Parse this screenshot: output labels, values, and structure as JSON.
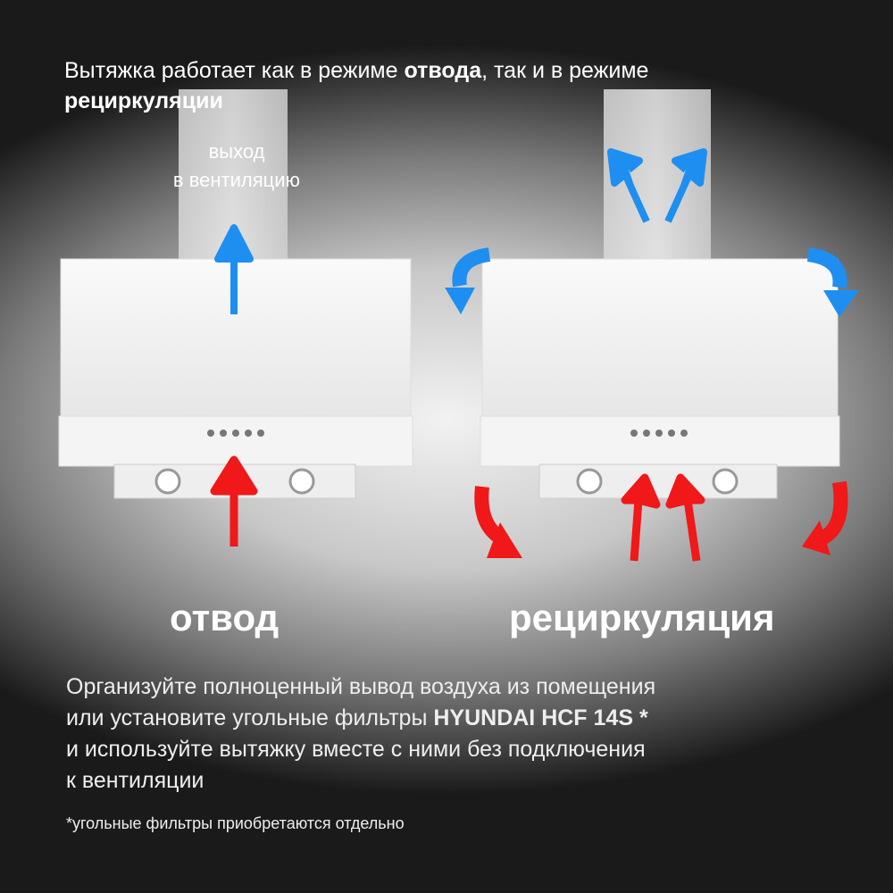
{
  "headline": {
    "part1": "Вытяжка работает как в режиме ",
    "bold1": "отвода",
    "part2": ", так и в режиме ",
    "bold2": "рециркуляции"
  },
  "outlet_label": {
    "line1": "выход",
    "line2": "в вентиляцию"
  },
  "modes": {
    "exhaust": "отвод",
    "recirculation": "рециркуляция"
  },
  "body": {
    "line1": "Организуйте полноценный вывод воздуха из помещения",
    "line2_pre": "или установите угольные фильтры ",
    "line2_bold": "HYUNDAI HCF 14S *",
    "line3": "и используйте вытяжку вместе с ними без подключения",
    "line4": "к вентиляции"
  },
  "note": "*угольные фильтры приобретаются отдельно",
  "colors": {
    "blue_arrow": "#1e8ff0",
    "red_arrow": "#f01818"
  }
}
